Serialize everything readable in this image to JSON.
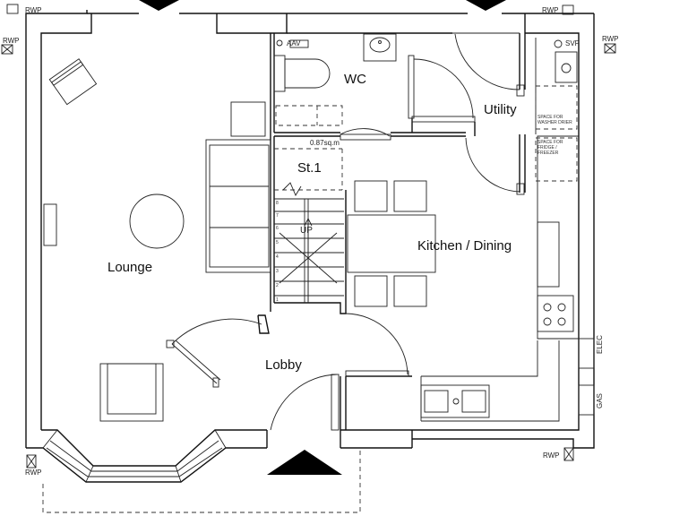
{
  "rooms": {
    "lounge": "Lounge",
    "wc": "WC",
    "utility": "Utility",
    "store": "St.1",
    "kitchen": "Kitchen / Dining",
    "lobby": "Lobby"
  },
  "labels": {
    "aav": "AAV",
    "svp": "SVP",
    "area": "0.87sq.m",
    "up": "UP",
    "washer_line1": "SPACE FOR",
    "washer_line2": "WASHER DRIER",
    "fridge_line1": "SPACE FOR",
    "fridge_line2": "FRIDGE /",
    "fridge_line3": "FREEZER",
    "elec": "ELEC",
    "gas": "GAS"
  },
  "rwp": [
    "RWP",
    "RWP",
    "RWP",
    "RWP",
    "RWP",
    "RWP"
  ],
  "stairs": {
    "step_numbers": [
      "1",
      "2",
      "3",
      "4",
      "5",
      "6",
      "7",
      "8"
    ]
  },
  "colors": {
    "line": "#111111",
    "fill_arrow": "#000000",
    "background": "#ffffff"
  }
}
